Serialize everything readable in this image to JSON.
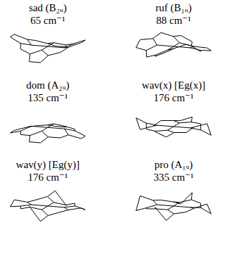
{
  "diagram": {
    "labels": [
      "sad (B₂ᵤ)",
      "65 cm⁻¹",
      "ruf (B₁ᵤ)",
      "88 cm⁻¹",
      "dom (A₂ᵤ)",
      "135 cm⁻¹",
      "wav(x) [Eg(x)]",
      "176 cm⁻¹",
      "wav(y) [Eg(y)]",
      "176 cm⁻¹",
      "pro (A₁ᵤ)",
      "335 cm⁻¹"
    ]
  }
}
